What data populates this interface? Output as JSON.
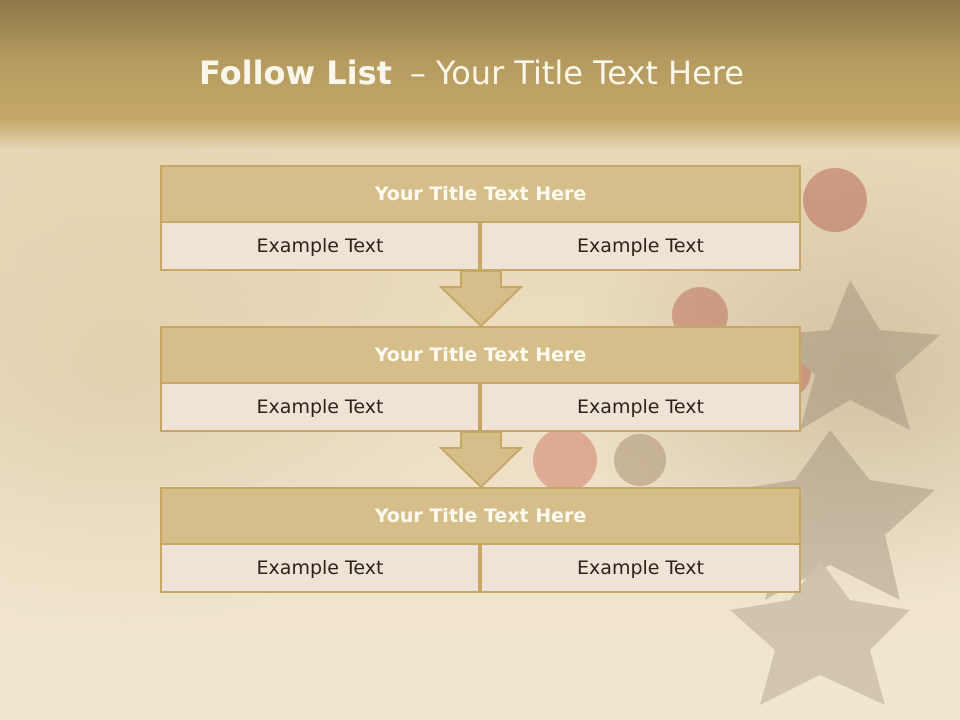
{
  "header": {
    "title_bold": "Follow List",
    "title_dash": "–",
    "title_rest": "Your Title Text Here"
  },
  "blocks": [
    {
      "title": "Your Title Text Here",
      "left": "Example Text",
      "right": "Example Text"
    },
    {
      "title": "Your Title Text Here",
      "left": "Example Text",
      "right": "Example Text"
    },
    {
      "title": "Your Title Text Here",
      "left": "Example Text",
      "right": "Example Text"
    }
  ],
  "colors": {
    "header_band": "#b49a5f",
    "box_header": "#d6be8a",
    "box_border": "#c7a766",
    "cell_fill": "#efe2d6",
    "arrow": "#d6be8a"
  }
}
